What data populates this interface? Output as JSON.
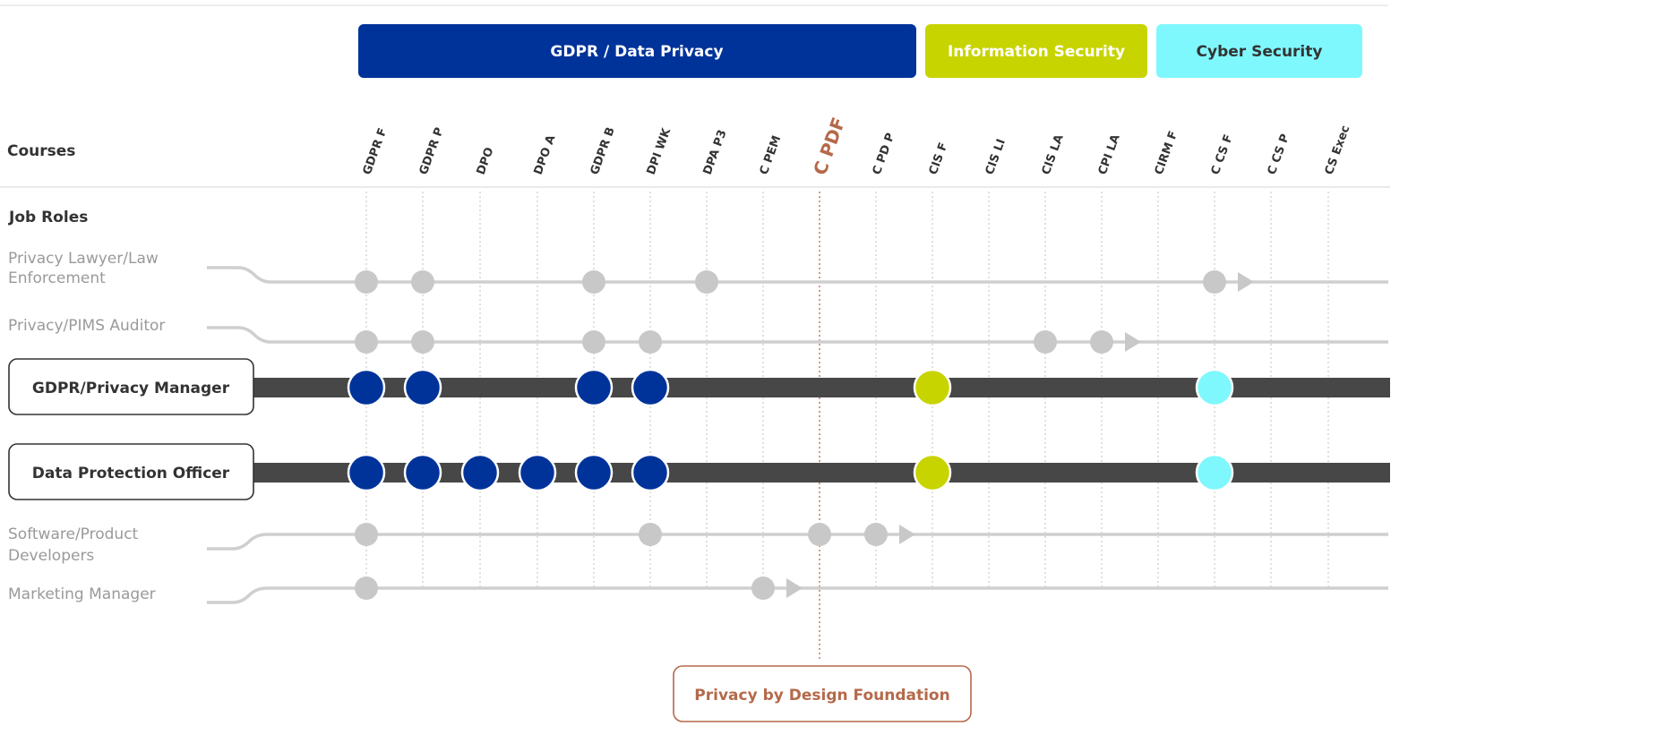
{
  "categories": [
    {
      "label": "GDPR / Data Privacy",
      "color": "#00339a",
      "text_color": "#ffffff"
    },
    {
      "label": "Information Security",
      "color": "#c8d400",
      "text_color": "#ffffff"
    },
    {
      "label": "Cyber Security",
      "color": "#7ff8fd",
      "text_color": "#333333"
    }
  ],
  "headers": {
    "courses": "Courses",
    "job_roles": "Job Roles"
  },
  "courses": [
    "GDPR F",
    "GDPR P",
    "DPO",
    "DPO A",
    "GDPR B",
    "DPI WK",
    "DPA P3",
    "C PEM",
    "C PDF",
    "C PD P",
    "CIS F",
    "CIS LI",
    "CIS LA",
    "CPI LA",
    "CIRM F",
    "C CS F",
    "C CS P",
    "CS Exec"
  ],
  "highlight_course": "C PDF",
  "highlight_color": "#b5694a",
  "callout": "Privacy by Design Foundation",
  "colors": {
    "light_track": "#cfcfcf",
    "light_dot": "#c8c8c8",
    "dark_track": "#474747",
    "gdpr": "#00339a",
    "infosec": "#c8d400",
    "cyber": "#7ff8fd"
  },
  "roles": [
    {
      "name_lines": [
        "Privacy Lawyer/Law",
        "Enforcement"
      ],
      "style": "light",
      "courses": [
        "GDPR F",
        "GDPR P",
        "GDPR B",
        "DPA P3",
        "C CS F"
      ],
      "arrow_after": "C CS F"
    },
    {
      "name_lines": [
        "Privacy/PIMS Auditor"
      ],
      "style": "light",
      "courses": [
        "GDPR F",
        "GDPR P",
        "GDPR B",
        "DPI WK",
        "CIS LA",
        "CPI LA"
      ],
      "arrow_after": "CPI LA"
    },
    {
      "name_lines": [
        "GDPR/Privacy Manager"
      ],
      "style": "dark",
      "courses": [
        {
          "course": "GDPR F",
          "category": "gdpr"
        },
        {
          "course": "GDPR P",
          "category": "gdpr"
        },
        {
          "course": "GDPR B",
          "category": "gdpr"
        },
        {
          "course": "DPI WK",
          "category": "gdpr"
        },
        {
          "course": "CIS F",
          "category": "infosec"
        },
        {
          "course": "C CS F",
          "category": "cyber"
        }
      ]
    },
    {
      "name_lines": [
        "Data Protection Officer"
      ],
      "style": "dark",
      "courses": [
        {
          "course": "GDPR F",
          "category": "gdpr"
        },
        {
          "course": "GDPR P",
          "category": "gdpr"
        },
        {
          "course": "DPO",
          "category": "gdpr"
        },
        {
          "course": "DPO A",
          "category": "gdpr"
        },
        {
          "course": "GDPR B",
          "category": "gdpr"
        },
        {
          "course": "DPI WK",
          "category": "gdpr"
        },
        {
          "course": "CIS F",
          "category": "infosec"
        },
        {
          "course": "C CS F",
          "category": "cyber"
        }
      ]
    },
    {
      "name_lines": [
        "Software/Product",
        "Developers"
      ],
      "style": "light",
      "courses": [
        "GDPR F",
        "DPI WK",
        "C PDF",
        "C PD P"
      ],
      "arrow_after": "C PD P"
    },
    {
      "name_lines": [
        "Marketing Manager"
      ],
      "style": "light",
      "courses": [
        "GDPR F",
        "C PEM"
      ],
      "arrow_after": "C PEM"
    }
  ]
}
